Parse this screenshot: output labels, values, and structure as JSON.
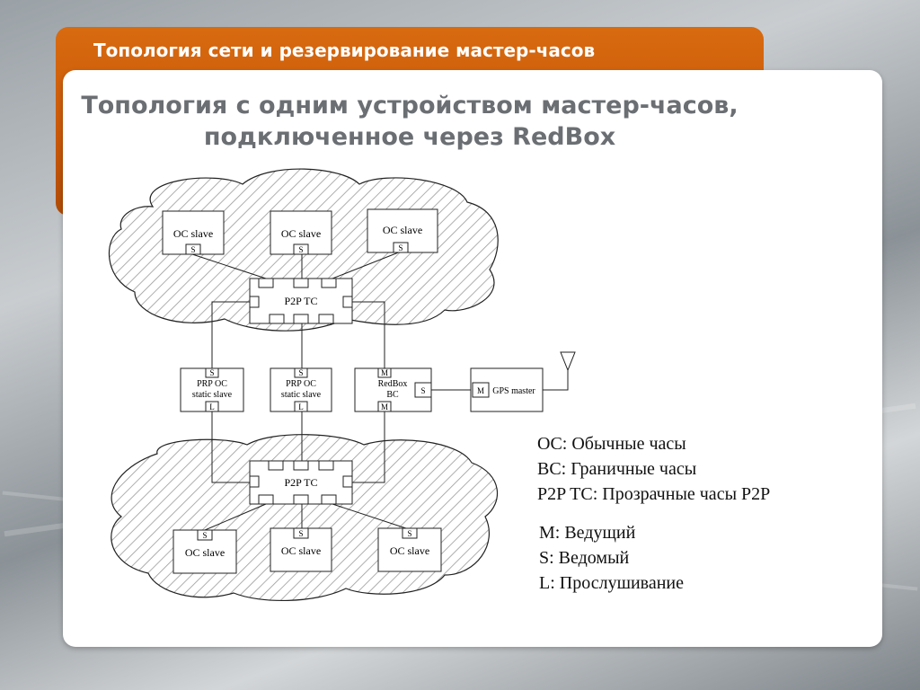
{
  "slide": {
    "header_title": "Топология сети и резервирование мастер-часов",
    "title_line1": "Топология с одним устройством мастер-часов,",
    "title_line2": "подключенное через RedBox"
  },
  "diagram": {
    "top_nodes": [
      {
        "label": "OC slave",
        "port": "S"
      },
      {
        "label": "OC slave",
        "port": "S"
      },
      {
        "label": "OC slave",
        "port": "S"
      }
    ],
    "top_tc": "P2P TC",
    "prp_a": {
      "line1": "PRP OC",
      "line2": "static slave",
      "port_top": "S",
      "port_bottom": "L"
    },
    "prp_b": {
      "line1": "PRP OC",
      "line2": "static slave",
      "port_top": "S",
      "port_bottom": "L"
    },
    "redbox": {
      "line1": "RedBox",
      "line2": "BC",
      "port_top": "M",
      "port_side": "S",
      "port_bottom": "M"
    },
    "gps": {
      "label": "GPS master",
      "port": "M"
    },
    "bottom_tc": "P2P TC",
    "bottom_nodes": [
      {
        "label": "OC slave",
        "port": "S"
      },
      {
        "label": "OC slave",
        "port": "S"
      },
      {
        "label": "OC slave",
        "port": "S"
      }
    ]
  },
  "legend": {
    "abbrev": [
      "OC: Обычные часы",
      "BC: Граничные часы",
      "P2P TC: Прозрачные часы P2P"
    ],
    "roles": [
      "M: Ведущий",
      "S: Ведомый",
      "L: Прослушивание"
    ]
  },
  "colors": {
    "accent_orange": "#d86a10",
    "title_gray": "#6b6f73"
  }
}
